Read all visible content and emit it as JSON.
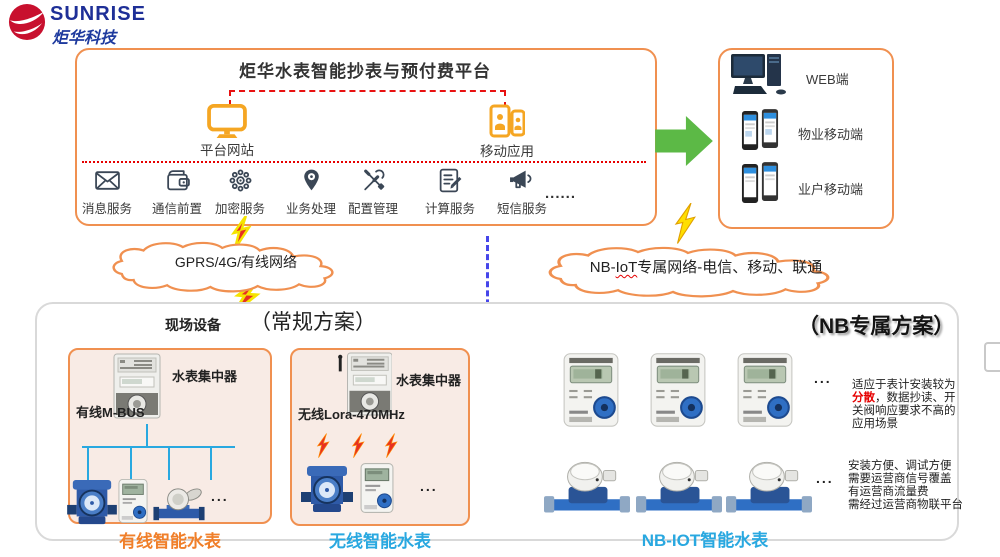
{
  "logo": {
    "brand": "SUNRISE",
    "company": "炬华科技"
  },
  "platform": {
    "title": "炬华水表智能抄表与预付费平台",
    "website_label": "平台网站",
    "mobile_label": "移动应用",
    "services": [
      {
        "label": "消息服务",
        "icon": "envelope-icon"
      },
      {
        "label": "通信前置",
        "icon": "wallet-icon"
      },
      {
        "label": "加密服务",
        "icon": "encryption-icon"
      },
      {
        "label": "业务处理",
        "icon": "location-pin-icon"
      },
      {
        "label": "配置管理",
        "icon": "tools-icon"
      },
      {
        "label": "计算服务",
        "icon": "document-icon"
      },
      {
        "label": "短信服务",
        "icon": "megaphone-icon"
      }
    ],
    "services_more": "......"
  },
  "clients": {
    "web_label": "WEB端",
    "property_label": "物业移动端",
    "household_label": "业户移动端"
  },
  "networks": {
    "gprs_cloud": "GPRS/4G/有线网络",
    "nb_cloud_prefix": "NB-",
    "nb_cloud_wavy": "IoT",
    "nb_cloud_suffix": "专属网络-电信、移动、联通"
  },
  "field": {
    "site_label": "现场设备",
    "regular_title": "（常规方案）",
    "nb_title": "（NB专属方案）",
    "wired": {
      "concentrator": "水表集中器",
      "bus": "有线M-BUS",
      "caption": "有线智能水表",
      "ellipsis": "..."
    },
    "wireless": {
      "concentrator": "水表集中器",
      "bus": "无线Lora-470MHz",
      "caption": "无线智能水表",
      "ellipsis": "..."
    },
    "nb": {
      "caption": "NB-IOT智能水表",
      "ellipsis_top": "...",
      "ellipsis_bottom": "...",
      "note1": {
        "l1": "适应于表计安装较为",
        "l2_red": "分散",
        "l2_rest": "，数据抄读、开",
        "l3": "关阀响应要求不高的",
        "l4": "应用场景"
      },
      "note2": [
        "安装方便、调试方便",
        "需要运营商信号覆盖",
        "有运营商流量费",
        "需经过运营商物联平台"
      ]
    }
  },
  "colors": {
    "accent_orange": "#f09050",
    "icon_dark": "#3b4756",
    "arrow_green": "#5cb946",
    "bus_blue": "#29a8e0",
    "divider_blue": "#4646ea",
    "dashed_red": "#e60000",
    "caption_orange": "#f07f2a",
    "caption_blue": "#29a8e0",
    "logo_red": "#c8102e",
    "logo_blue": "#1e2f97"
  }
}
